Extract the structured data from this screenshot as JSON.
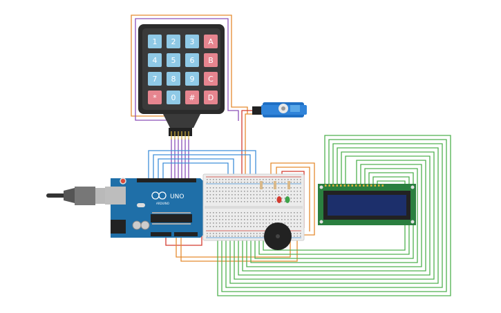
{
  "keypad": {
    "keys": [
      {
        "label": "1",
        "kind": "num"
      },
      {
        "label": "2",
        "kind": "num"
      },
      {
        "label": "3",
        "kind": "num"
      },
      {
        "label": "A",
        "kind": "letter"
      },
      {
        "label": "4",
        "kind": "num"
      },
      {
        "label": "5",
        "kind": "num"
      },
      {
        "label": "6",
        "kind": "num"
      },
      {
        "label": "B",
        "kind": "letter"
      },
      {
        "label": "7",
        "kind": "num"
      },
      {
        "label": "8",
        "kind": "num"
      },
      {
        "label": "9",
        "kind": "num"
      },
      {
        "label": "C",
        "kind": "letter"
      },
      {
        "label": "*",
        "kind": "letter"
      },
      {
        "label": "0",
        "kind": "num"
      },
      {
        "label": "#",
        "kind": "letter"
      },
      {
        "label": "D",
        "kind": "letter"
      }
    ]
  },
  "arduino": {
    "model": "UNO",
    "brand": "ARDUINO"
  },
  "components": {
    "servo": "servo-motor",
    "lcd": "lcd-16x2",
    "buzzer": "piezo-buzzer",
    "leds": [
      "red",
      "green"
    ]
  },
  "colors": {
    "num_key": "#8fc9e6",
    "letter_key": "#e6858f",
    "board": "#1f6fa8",
    "lcd_pcb": "#2a7f3f",
    "lcd_screen": "#1c2f6b",
    "wire_orange": "#e58a2f",
    "wire_purple": "#8a4fb8",
    "wire_blue": "#3f8fd9",
    "wire_green": "#4fb04f",
    "wire_red": "#d33a2f"
  }
}
